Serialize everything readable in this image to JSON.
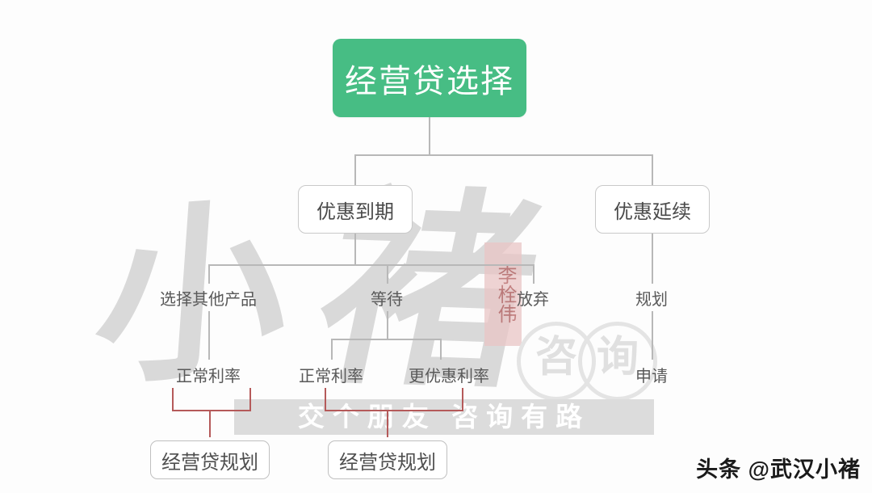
{
  "diagram": {
    "title": "经营贷选择",
    "root": {
      "label": "经营贷选择"
    },
    "level2": [
      {
        "label": "优惠到期"
      },
      {
        "label": "优惠延续"
      }
    ],
    "level3": [
      {
        "label": "选择其他产品"
      },
      {
        "label": "等待"
      },
      {
        "label": "放弃"
      },
      {
        "label": "规划"
      }
    ],
    "level4": [
      {
        "label": "正常利率"
      },
      {
        "label": "正常利率"
      },
      {
        "label": "更优惠利率"
      },
      {
        "label": "申请"
      }
    ],
    "level5": [
      {
        "label": "经营贷规划"
      },
      {
        "label": "经营贷规划"
      }
    ],
    "colors": {
      "root_fill": "#47bd84",
      "root_text": "#ffffff",
      "node_border": "#c9c9c9",
      "connector": "#b8b8b8",
      "connector_red": "#b55a5a",
      "background": "#fdfdfd"
    }
  },
  "watermark": {
    "calligraphy": [
      "小",
      "褚"
    ],
    "seal": "李栓伟",
    "circles": [
      "咨",
      "询"
    ],
    "band_text": "交个朋友 咨询有路"
  },
  "signature": {
    "text": "头条 @武汉小褚"
  }
}
